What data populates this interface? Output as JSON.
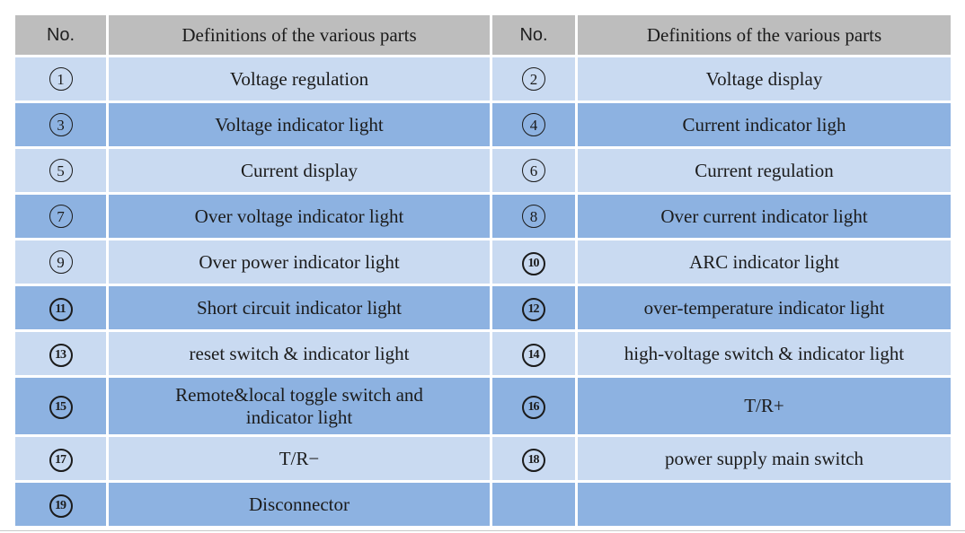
{
  "table": {
    "headers": [
      "No.",
      "Definitions of the various parts",
      "No.",
      "Definitions of the various parts"
    ],
    "rows": [
      {
        "left_no": "1",
        "left_def": "Voltage regulation",
        "right_no": "2",
        "right_def": "Voltage display",
        "shade": "light",
        "tall": false
      },
      {
        "left_no": "3",
        "left_def": "Voltage indicator light",
        "right_no": "4",
        "right_def": "Current indicator ligh",
        "shade": "dark",
        "tall": false
      },
      {
        "left_no": "5",
        "left_def": "Current display",
        "right_no": "6",
        "right_def": "Current regulation",
        "shade": "light",
        "tall": false
      },
      {
        "left_no": "7",
        "left_def": "Over voltage indicator light",
        "right_no": "8",
        "right_def": "Over current indicator light",
        "shade": "dark",
        "tall": false
      },
      {
        "left_no": "9",
        "left_def": "Over power indicator light",
        "right_no": "10",
        "right_def": "ARC  indicator light",
        "shade": "light",
        "tall": false
      },
      {
        "left_no": "11",
        "left_def": "Short circuit indicator light",
        "right_no": "12",
        "right_def": "over-temperature indicator light",
        "shade": "dark",
        "tall": false
      },
      {
        "left_no": "13",
        "left_def": "reset switch & indicator light",
        "right_no": "14",
        "right_def": "high-voltage switch & indicator light",
        "shade": "light",
        "tall": false
      },
      {
        "left_no": "15",
        "left_def": "Remote&local toggle switch and\nindicator light",
        "right_no": "16",
        "right_def": "T/R+",
        "shade": "dark",
        "tall": true
      },
      {
        "left_no": "17",
        "left_def": "T/R−",
        "right_no": "18",
        "right_def": "power supply main switch",
        "shade": "light",
        "tall": false
      },
      {
        "left_no": "19",
        "left_def": "Disconnector",
        "right_no": "",
        "right_def": "",
        "shade": "dark",
        "tall": false
      }
    ],
    "colors": {
      "header_bg": "#bdbdbd",
      "row_light_bg": "#c9daf1",
      "row_dark_bg": "#8db2e1",
      "text": "#1b1b1b",
      "gridline": "#ffffff"
    }
  }
}
